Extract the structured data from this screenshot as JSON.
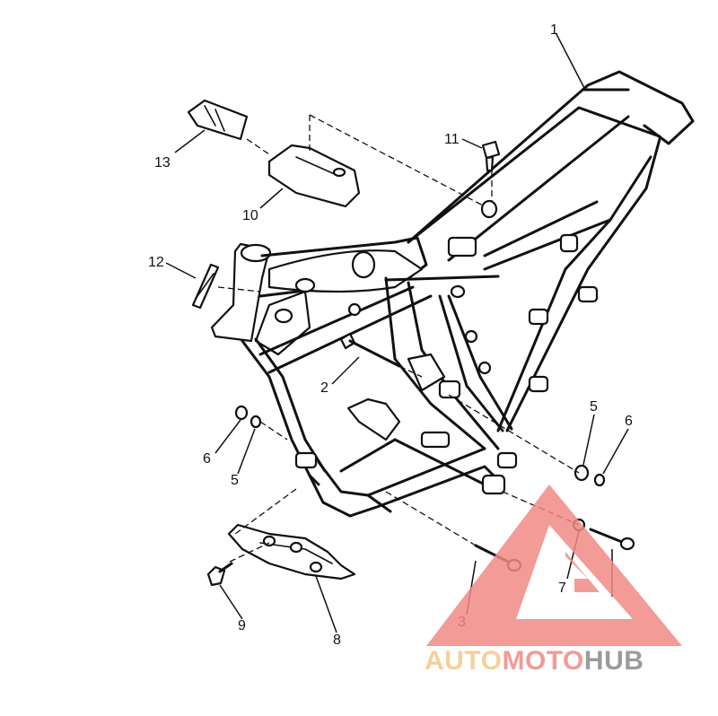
{
  "callouts": {
    "c1": "1",
    "c2": "2",
    "c3": "3",
    "c5a": "5",
    "c5b": "5",
    "c6a": "6",
    "c6b": "6",
    "c7": "7",
    "c8": "8",
    "c9": "9",
    "c10": "10",
    "c11": "11",
    "c12": "12",
    "c13": "13"
  },
  "watermark": {
    "text": "AUTOMOTOHUB",
    "part_a": "AUTO",
    "part_b": "MOTO",
    "part_c": "HUB",
    "colors": {
      "triangle": "#f08a86",
      "auto": "#f3c98a",
      "moto": "#f08a86",
      "hub": "#8a8a8a"
    }
  }
}
